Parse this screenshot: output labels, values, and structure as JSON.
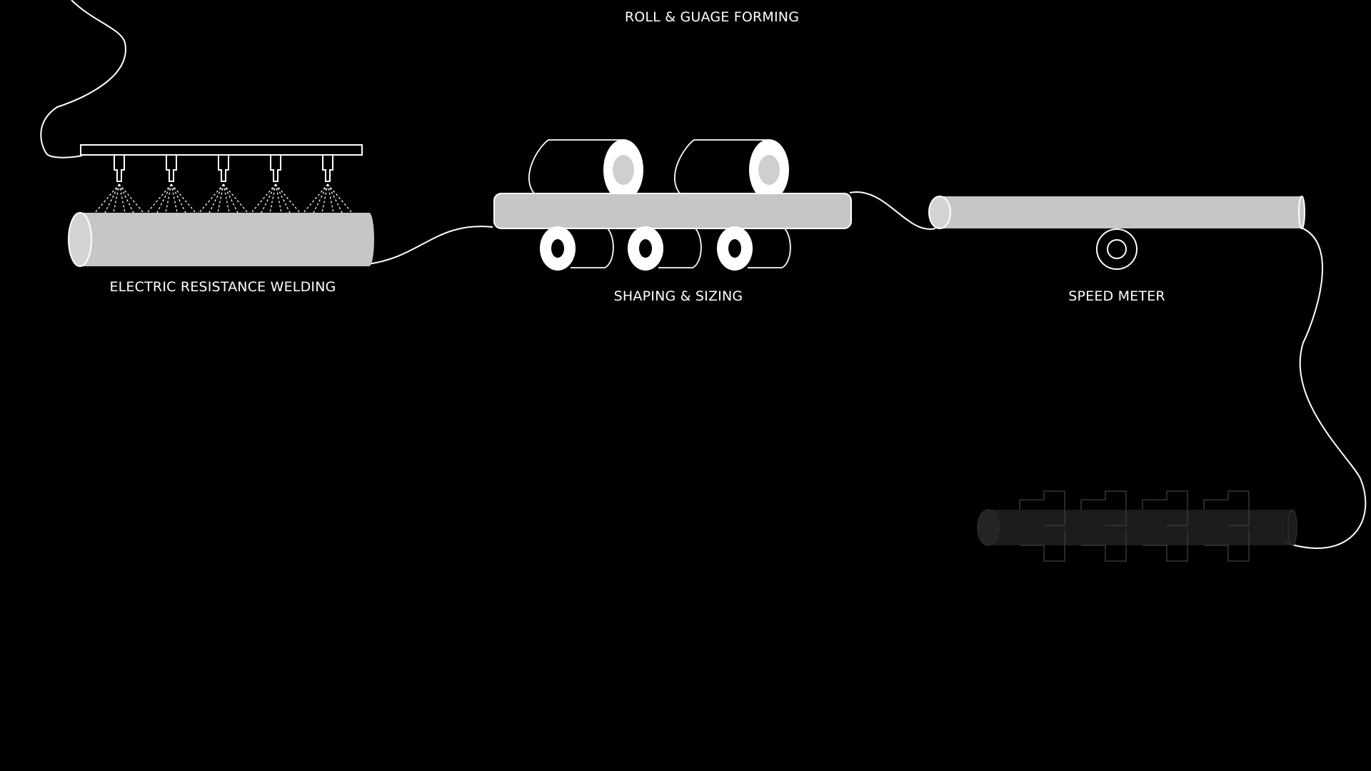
{
  "labels": {
    "roll_gauge_forming": "ROLL & GUAGE FORMING",
    "electric_resistance_welding": "ELECTRIC RESISTANCE WELDING",
    "shaping_sizing": "SHAPING & SIZING",
    "speed_meter": "SPEED METER"
  },
  "colors": {
    "background": "#000000",
    "pipe_fill": "#c6c6c6",
    "pipe_end": "#d4d4d4",
    "stroke": "#ffffff",
    "roller_core": "#cfcfcf",
    "faded_pipe": "#1e1e1e",
    "faded_stroke": "#3a3a3a"
  },
  "stages": [
    "electric-resistance-welding",
    "shaping-sizing",
    "speed-meter",
    "cut-off"
  ],
  "welding_nozzle_count": 5,
  "shaping_upper_roller_count": 2,
  "shaping_lower_roller_count": 3,
  "cutoff_clamp_count": 4
}
